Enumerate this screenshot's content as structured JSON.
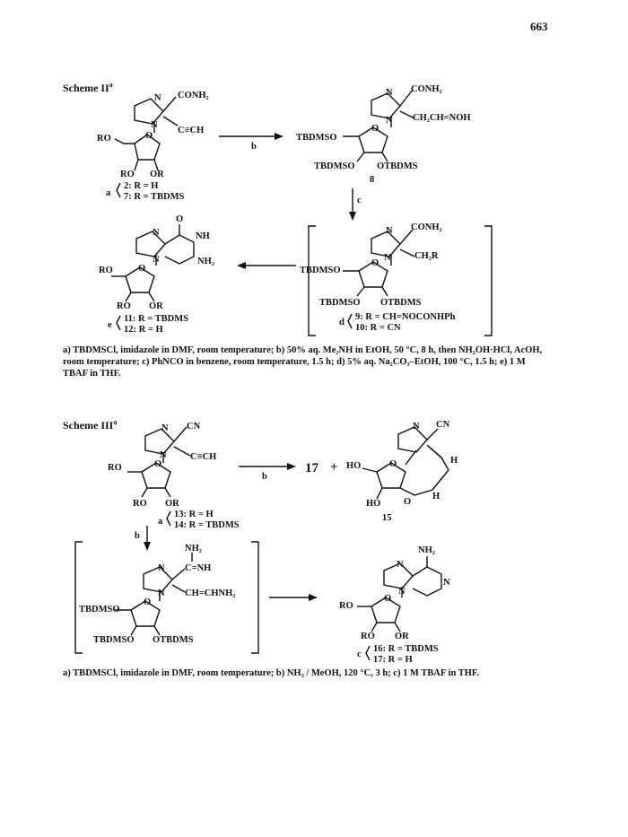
{
  "page_number": "663",
  "scheme2": {
    "title": "Scheme II",
    "title_sup": "a",
    "s2_top": "RO",
    "s2_bot_ro": "RO",
    "s2_bot_or": "OR",
    "s2_conh2": "CONH₂",
    "s2_cch": "C≡CH",
    "s2_cmp_a": "a",
    "s2_cmp1": "2: R = H",
    "s2_cmp2": "7: R = TBDMS",
    "arrow_b": "b",
    "s8_top": "TBDMSO",
    "s8_conh2": "CONH₂",
    "s8_side": "CH₂CH=NOH",
    "s8_bot1": "TBDMSO",
    "s8_bot2": "OTBDMS",
    "s8_num": "8",
    "arrow_c": "c",
    "s9_top": "TBDMSO",
    "s9_conh2": "CONH₂",
    "s9_side": "CH₂R",
    "s9_bot1": "TBDMSO",
    "s9_bot2": "OTBDMS",
    "s9_d": "d",
    "s9_cmp1": "9: R = CH=NOCONHPh",
    "s9_cmp2": "10: R = CN",
    "s11_top": "RO",
    "s11_o": "O",
    "s11_nh": "NH",
    "s11_nh2": "NH₂",
    "s11_bot_ro": "RO",
    "s11_bot_or": "OR",
    "s11_e": "e",
    "s11_cmp1": "11: R = TBDMS",
    "s11_cmp2": "12: R = H",
    "caption": "a) TBDMSCl, imidazole in DMF, room temperature; b) 50% aq. Me₂NH in EtOH, 50 °C, 8 h, then NH₂OH·HCl, AcOH, room temperature; c) PhNCO in benzene, room temperature, 1.5 h; d) 5% aq. Na₂CO₃–EtOH, 100 °C, 1.5 h; e) 1 M TBAF in THF."
  },
  "scheme3": {
    "title": "Scheme III",
    "title_sup": "a",
    "s13_top": "RO",
    "s13_cn": "CN",
    "s13_cch": "C≡CH",
    "s13_bot_ro": "RO",
    "s13_bot_or": "OR",
    "s13_a": "a",
    "s13_cmp1": "13: R = H",
    "s13_cmp2": "14: R = TBDMS",
    "arrow_b1": "b",
    "prod17": "17",
    "plus": "+",
    "s15_top": "HO",
    "s15_cn": "CN",
    "s15_h1": "H",
    "s15_h2": "H",
    "s15_bot_ho": "HO",
    "s15_o": "O",
    "s15_num": "15",
    "arrow_b2": "b",
    "int_top": "TBDMSO",
    "int_nh2": "NH₂",
    "int_cnh": "C=NH",
    "int_side": "CH=CHNH₂",
    "int_bot1": "TBDMSO",
    "int_bot2": "OTBDMS",
    "s16_nh2": "NH₂",
    "s16_top": "RO",
    "s16_bot_ro": "RO",
    "s16_bot_or": "OR",
    "s16_c": "c",
    "s16_cmp1": "16: R = TBDMS",
    "s16_cmp2": "17: R = H",
    "caption": "a) TBDMSCl, imidazole in DMF, room temperature; b) NH₃ / MeOH, 120 °C, 3 h; c) 1 M TBAF in THF."
  }
}
